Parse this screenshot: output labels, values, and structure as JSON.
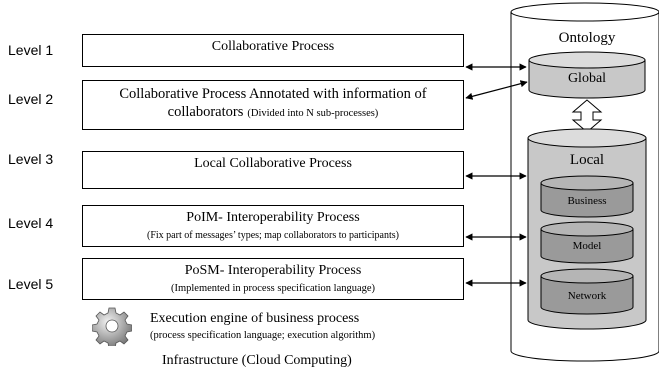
{
  "levels": [
    "Level 1",
    "Level 2",
    "Level 3",
    "Level 4",
    "Level 5"
  ],
  "boxes": {
    "b1": {
      "title": "Collaborative Process"
    },
    "b2": {
      "title_line1": "Collaborative Process Annotated with information of",
      "title_line2": "collaborators",
      "sub": "(Divided into N sub-processes)"
    },
    "b3": {
      "title": "Local Collaborative Process"
    },
    "b4": {
      "title": "PoIM- Interoperability Process",
      "sub": "(Fix part of messages’ types; map collaborators to participants)"
    },
    "b5": {
      "title": "PoSM- Interoperability Process",
      "sub": "(Implemented in process specification language)"
    }
  },
  "engine": {
    "title": "Execution engine of business process",
    "sub": "(process specification language; execution algorithm)"
  },
  "infrastructure": "Infrastructure (Cloud Computing)",
  "ontology": {
    "title": "Ontology",
    "global": "Global",
    "local": "Local",
    "business": "Business",
    "model": "Model",
    "network": "Network"
  },
  "colors": {
    "cylinder_fill": "#c8c8c8",
    "cylinder_top": "#dcdcdc",
    "inner_fill": "#9a9a9a",
    "inner_top": "#b5b5b5",
    "line": "#000000"
  }
}
